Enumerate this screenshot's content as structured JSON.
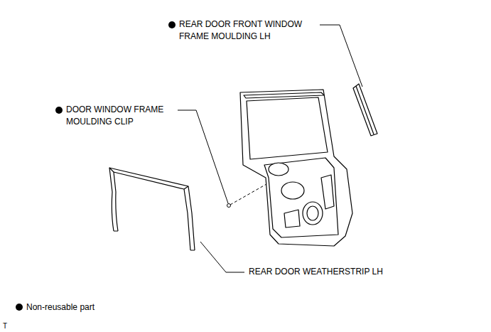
{
  "diagram": {
    "labels": [
      "REAR DOOR FRONT WINDOW FRAME MOULDING LH",
      "DOOR WINDOW FRAME MOULDING CLIP",
      "REAR DOOR WEATHERSTRIP LH",
      "T"
    ],
    "legend": [
      {
        "text": "Non-reusable part"
      }
    ]
  }
}
